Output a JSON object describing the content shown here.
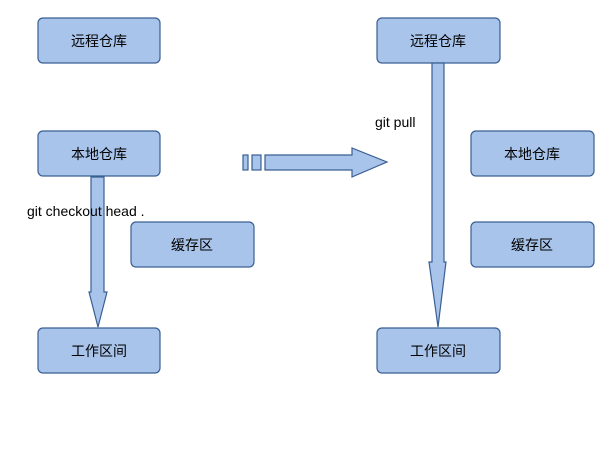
{
  "left": {
    "remote_repo": "远程仓库",
    "local_repo": "本地仓库",
    "staging_area": "缓存区",
    "working_dir": "工作区间",
    "command": "git checkout head ."
  },
  "right": {
    "remote_repo": "远程仓库",
    "local_repo": "本地仓库",
    "staging_area": "缓存区",
    "working_dir": "工作区间",
    "command": "git pull"
  },
  "colors": {
    "box_fill": "#a9c4eb",
    "box_stroke": "#3a5f92"
  }
}
